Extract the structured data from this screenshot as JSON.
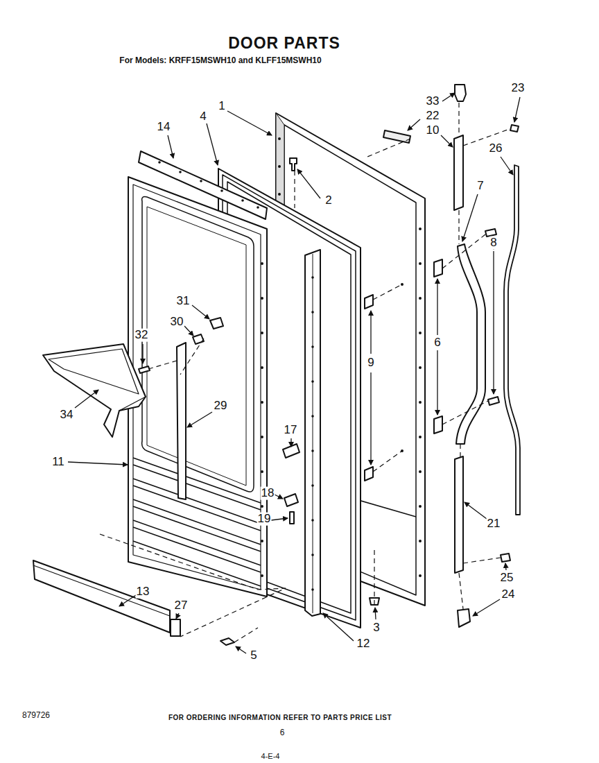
{
  "diagram": {
    "title": "DOOR PARTS",
    "caption": "FOR ORDERING INFORMATION REFER TO PARTS PRICE LIST",
    "labels": [
      "For Models: KRFF15MSWH10 and KLFF15MSWH10",
      "1",
      "4",
      "14",
      "33",
      "22",
      "23",
      "10",
      "2",
      "26",
      "7",
      "31",
      "30",
      "32",
      "8",
      "6",
      "9",
      "29",
      "34",
      "11",
      "17",
      "18",
      "19",
      "21",
      "25",
      "24",
      "13",
      "27",
      "3",
      "12",
      "5",
      "879726",
      "6",
      "4-E-4"
    ]
  }
}
